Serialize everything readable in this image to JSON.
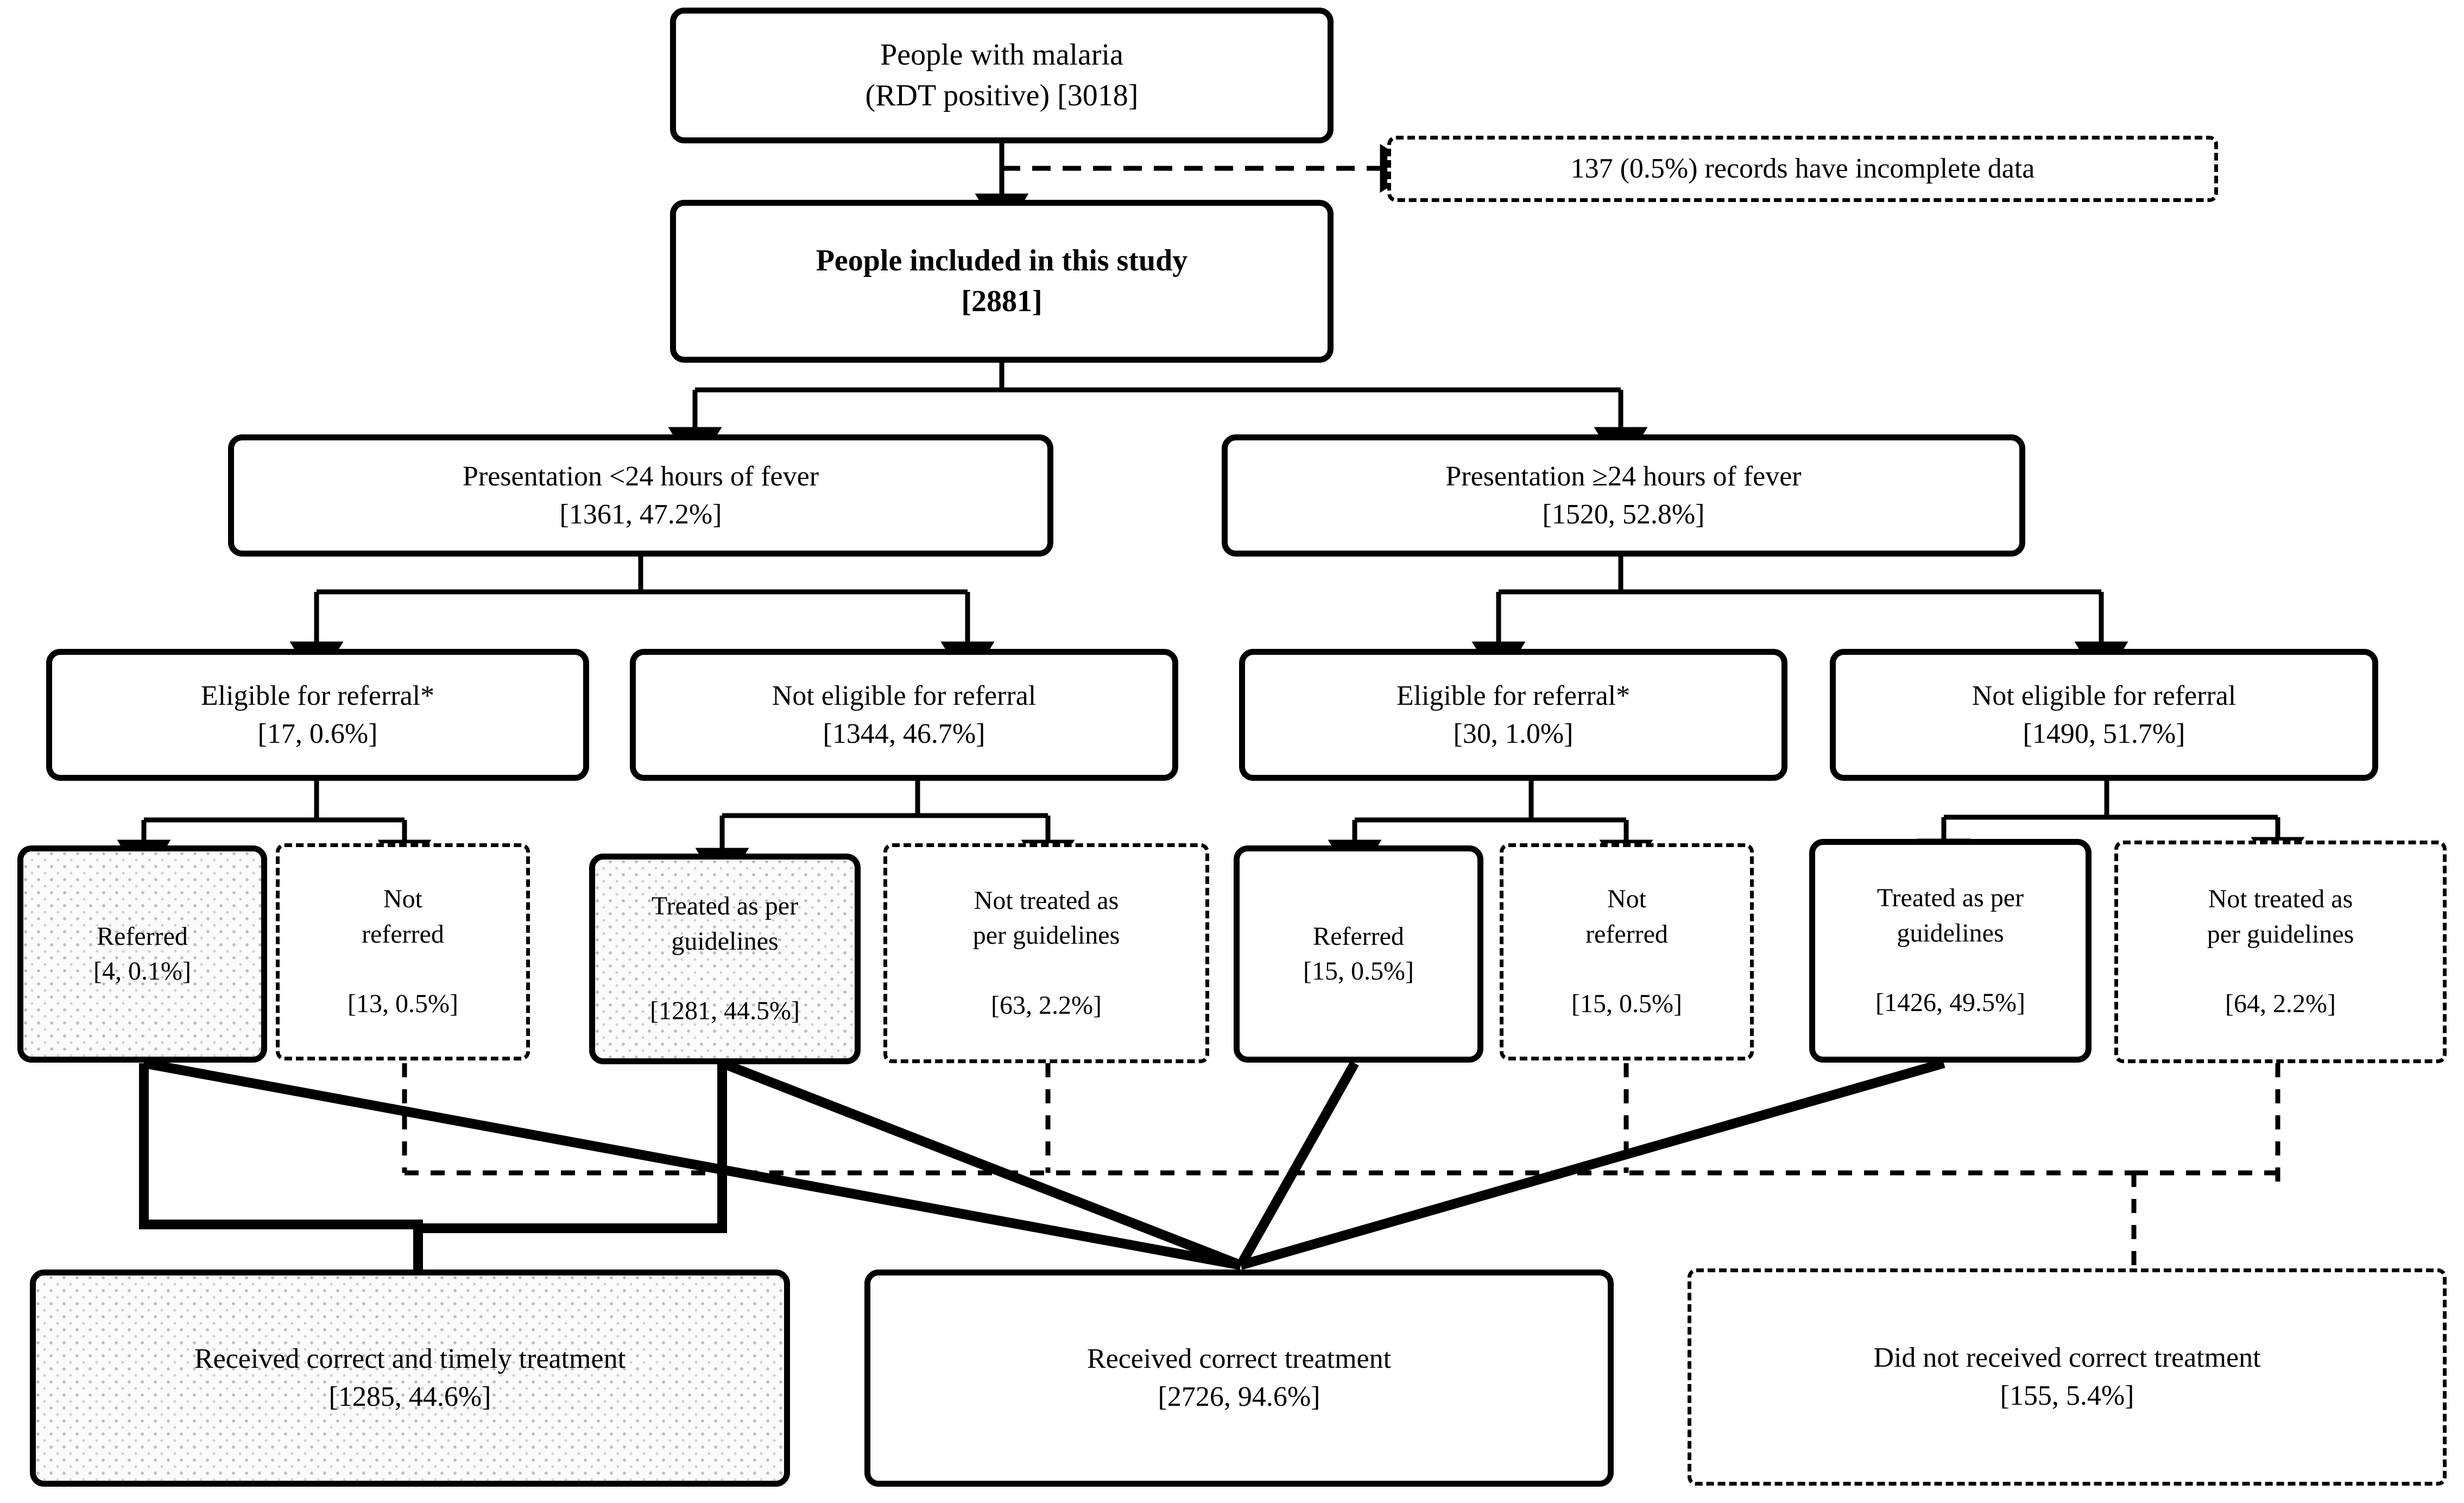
{
  "figure": {
    "type": "flowchart",
    "title": "Malaria case management patient flow",
    "footnote_marker": "*"
  },
  "nodes": {
    "source": {
      "id": "source",
      "line1": "People with malaria",
      "line2": "(RDT positive) [3018]",
      "count": 3018,
      "style": "solid-thick",
      "fill": "white"
    },
    "excluded": {
      "id": "excluded",
      "line1": "137 (0.5%) records have incomplete data",
      "line2": "",
      "count": 137,
      "percent": "0.5%",
      "style": "dashed",
      "fill": "white"
    },
    "included": {
      "id": "included",
      "line1": "People included in this study",
      "line2": "[2881]",
      "count": 2881,
      "style": "solid-thick",
      "fill": "white",
      "bold": true
    },
    "early": {
      "id": "early",
      "line1": "Presentation <24 hours of fever",
      "line2": "[1361, 47.2%]",
      "count": 1361,
      "percent": "47.2%",
      "style": "solid-thick",
      "fill": "white"
    },
    "late": {
      "id": "late",
      "line1": "Presentation ≥24 hours of fever",
      "line2": "[1520, 52.8%]",
      "count": 1520,
      "percent": "52.8%",
      "style": "solid-thick",
      "fill": "white"
    },
    "early_elig": {
      "id": "early_elig",
      "line1": "Eligible for referral*",
      "line2": "[17, 0.6%]",
      "count": 17,
      "percent": "0.6%",
      "style": "solid-thick",
      "fill": "white"
    },
    "early_notelig": {
      "id": "early_notelig",
      "line1": "Not eligible for referral",
      "line2": "[1344, 46.7%]",
      "count": 1344,
      "percent": "46.7%",
      "style": "solid-thick",
      "fill": "white"
    },
    "late_elig": {
      "id": "late_elig",
      "line1": "Eligible for referral*",
      "line2": "[30, 1.0%]",
      "count": 30,
      "percent": "1.0%",
      "style": "solid-thick",
      "fill": "white"
    },
    "late_notelig": {
      "id": "late_notelig",
      "line1": "Not eligible for referral",
      "line2": "[1490, 51.7%]",
      "count": 1490,
      "percent": "51.7%",
      "style": "solid-thick",
      "fill": "white"
    },
    "early_referred": {
      "id": "early_referred",
      "line1": "Referred",
      "line2": "[4, 0.1%]",
      "count": 4,
      "percent": "0.1%",
      "style": "solid-thick",
      "fill": "stipple"
    },
    "early_notreferred": {
      "id": "early_notreferred",
      "line1": "Not",
      "line2": "referred",
      "line3": "[13, 0.5%]",
      "count": 13,
      "percent": "0.5%",
      "style": "dashed",
      "fill": "white"
    },
    "early_treated": {
      "id": "early_treated",
      "line1": "Treated as per",
      "line2": "guidelines",
      "line3": "[1281, 44.5%]",
      "count": 1281,
      "percent": "44.5%",
      "style": "solid-thick",
      "fill": "stipple"
    },
    "early_nottreated": {
      "id": "early_nottreated",
      "line1": "Not treated as",
      "line2": "per guidelines",
      "line3": "[63, 2.2%]",
      "count": 63,
      "percent": "2.2%",
      "style": "dashed",
      "fill": "white"
    },
    "late_referred": {
      "id": "late_referred",
      "line1": "Referred",
      "line2": "[15, 0.5%]",
      "count": 15,
      "percent": "0.5%",
      "style": "solid-thick",
      "fill": "white"
    },
    "late_notreferred": {
      "id": "late_notreferred",
      "line1": "Not",
      "line2": "referred",
      "line3": "[15, 0.5%]",
      "count": 15,
      "percent": "0.5%",
      "style": "dashed",
      "fill": "white"
    },
    "late_treated": {
      "id": "late_treated",
      "line1": "Treated as per",
      "line2": "guidelines",
      "line3": "[1426, 49.5%]",
      "count": 1426,
      "percent": "49.5%",
      "style": "solid-thick",
      "fill": "white"
    },
    "late_nottreated": {
      "id": "late_nottreated",
      "line1": "Not treated as",
      "line2": "per guidelines",
      "line3": "[64, 2.2%]",
      "count": 64,
      "percent": "2.2%",
      "style": "dashed",
      "fill": "white"
    },
    "correct_timely": {
      "id": "correct_timely",
      "line1": "Received correct and timely treatment",
      "line2": "[1285, 44.6%]",
      "count": 1285,
      "percent": "44.6%",
      "style": "solid-thick",
      "fill": "stipple"
    },
    "correct": {
      "id": "correct",
      "line1": "Received correct treatment",
      "line2": "[2726, 94.6%]",
      "count": 2726,
      "percent": "94.6%",
      "style": "solid-thick",
      "fill": "white"
    },
    "not_correct": {
      "id": "not_correct",
      "line1": "Did not received correct treatment",
      "line2": "[155, 5.4%]",
      "count": 155,
      "percent": "5.4%",
      "style": "dashed",
      "fill": "white"
    }
  },
  "edges": [
    {
      "from": "source",
      "to": "included",
      "style": "solid-arrow"
    },
    {
      "from": "source",
      "to": "excluded",
      "style": "dashed-arrow"
    },
    {
      "from": "included",
      "to": "early",
      "style": "solid-arrow"
    },
    {
      "from": "included",
      "to": "late",
      "style": "solid-arrow"
    },
    {
      "from": "early",
      "to": "early_elig",
      "style": "solid-arrow"
    },
    {
      "from": "early",
      "to": "early_notelig",
      "style": "solid-arrow"
    },
    {
      "from": "late",
      "to": "late_elig",
      "style": "solid-arrow"
    },
    {
      "from": "late",
      "to": "late_notelig",
      "style": "solid-arrow"
    },
    {
      "from": "early_elig",
      "to": "early_referred",
      "style": "solid-arrow"
    },
    {
      "from": "early_elig",
      "to": "early_notreferred",
      "style": "solid-arrow"
    },
    {
      "from": "early_notelig",
      "to": "early_treated",
      "style": "solid-arrow"
    },
    {
      "from": "early_notelig",
      "to": "early_nottreated",
      "style": "solid-arrow"
    },
    {
      "from": "late_elig",
      "to": "late_referred",
      "style": "solid-arrow"
    },
    {
      "from": "late_elig",
      "to": "late_notreferred",
      "style": "solid-arrow"
    },
    {
      "from": "late_notelig",
      "to": "late_treated",
      "style": "solid-arrow"
    },
    {
      "from": "late_notelig",
      "to": "late_nottreated",
      "style": "solid-arrow"
    },
    {
      "from": "early_referred",
      "to": "correct_timely",
      "style": "thick-line"
    },
    {
      "from": "early_treated",
      "to": "correct_timely",
      "style": "thick-line"
    },
    {
      "from": "early_referred",
      "to": "correct",
      "style": "thick-line"
    },
    {
      "from": "early_treated",
      "to": "correct",
      "style": "thick-line"
    },
    {
      "from": "late_referred",
      "to": "correct",
      "style": "thick-line"
    },
    {
      "from": "late_treated",
      "to": "correct",
      "style": "thick-line"
    },
    {
      "from": "early_notreferred",
      "to": "not_correct",
      "style": "dashed-line"
    },
    {
      "from": "early_nottreated",
      "to": "not_correct",
      "style": "dashed-line"
    },
    {
      "from": "late_notreferred",
      "to": "not_correct",
      "style": "dashed-line"
    },
    {
      "from": "late_nottreated",
      "to": "not_correct",
      "style": "dashed-line"
    }
  ]
}
